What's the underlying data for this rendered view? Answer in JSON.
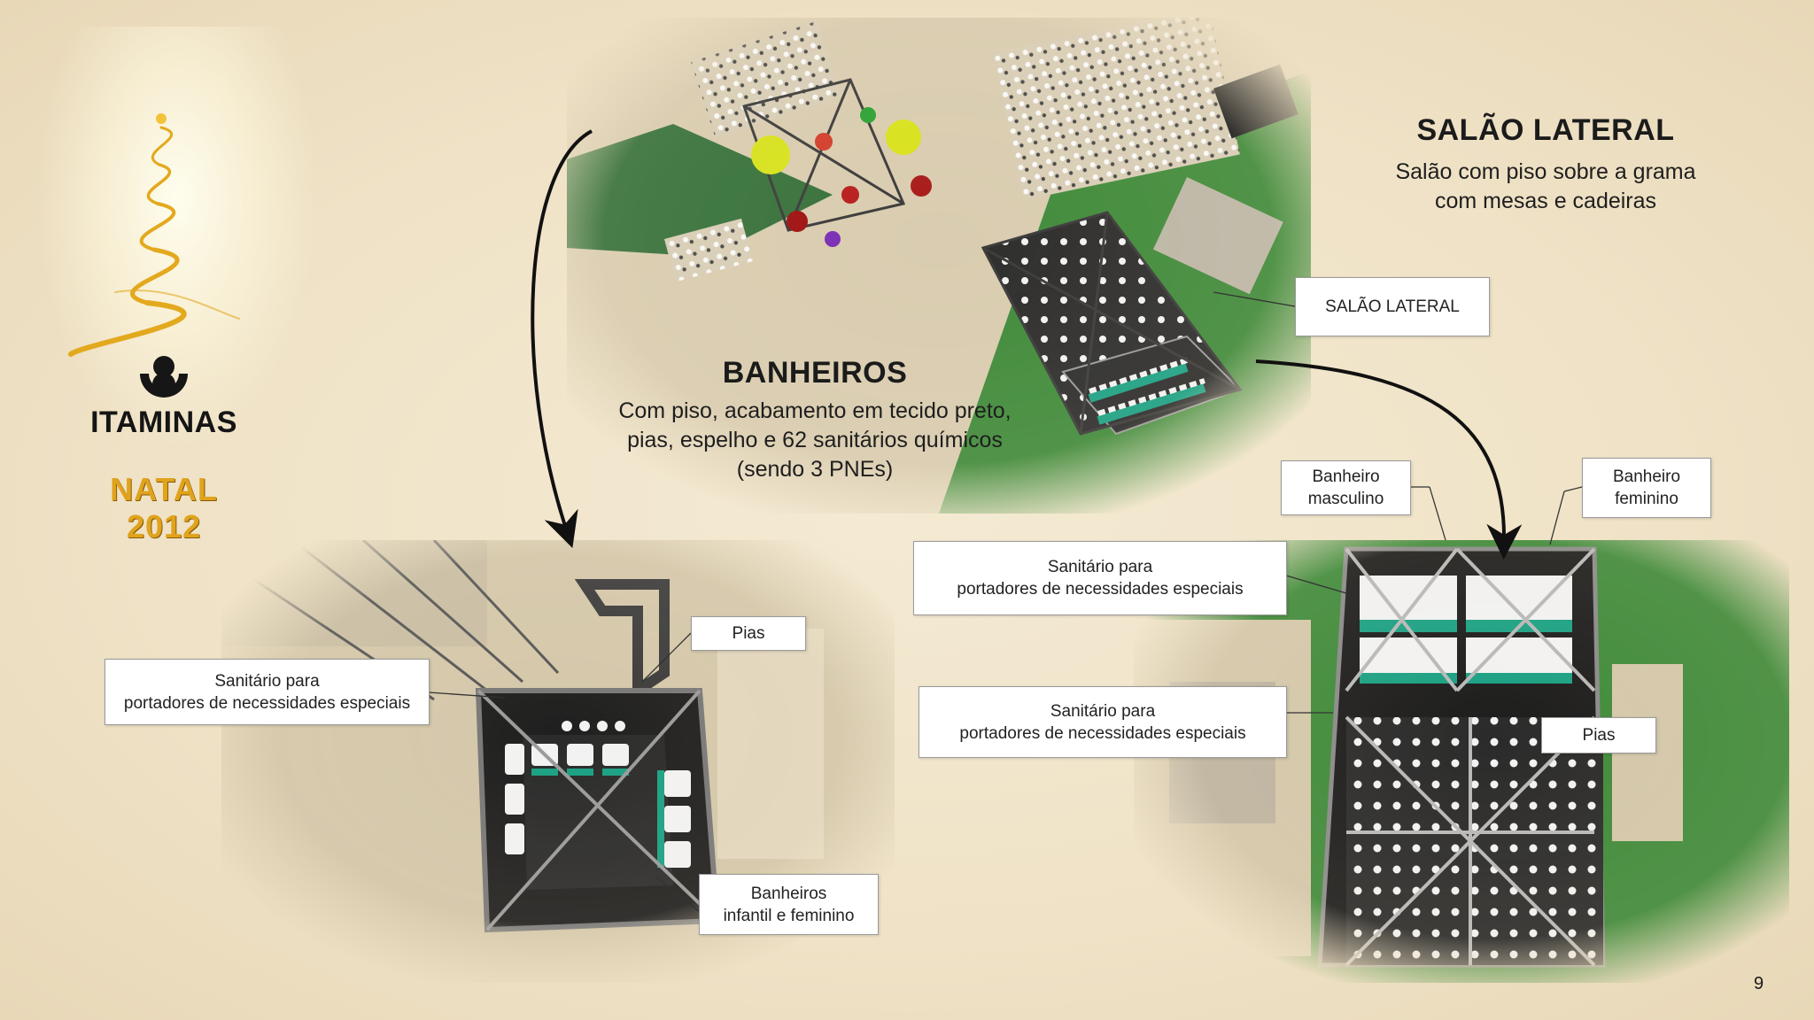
{
  "brand": {
    "name": "ITAMINAS",
    "event_line1": "NATAL",
    "event_line2": "2012"
  },
  "salao": {
    "title": "SALÃO LATERAL",
    "line1": "Salão com piso sobre a grama",
    "line2": "com mesas e cadeiras"
  },
  "banheiros": {
    "title": "BANHEIROS",
    "line1": "Com piso, acabamento em tecido preto,",
    "line2": "pias, espelho e 62 sanitários químicos",
    "line3": "(sendo 3 PNEs)"
  },
  "labels": {
    "salao_lateral": "SALÃO LATERAL",
    "banheiro_masculino_1": "Banheiro",
    "banheiro_masculino_2": "masculino",
    "banheiro_feminino_1": "Banheiro",
    "banheiro_feminino_2": "feminino",
    "sanitario_pne_1": "Sanitário para",
    "sanitario_pne_2": "portadores de necessidades especiais",
    "pias": "Pias",
    "banheiros_infantil_1": "Banheiros",
    "banheiros_infantil_2": "infantil e feminino"
  },
  "page_number": "9",
  "colors": {
    "gold": "#e0a31c",
    "grass": "#3f8a3a",
    "structure": "#2a2a2a",
    "teal": "#1aa083"
  }
}
